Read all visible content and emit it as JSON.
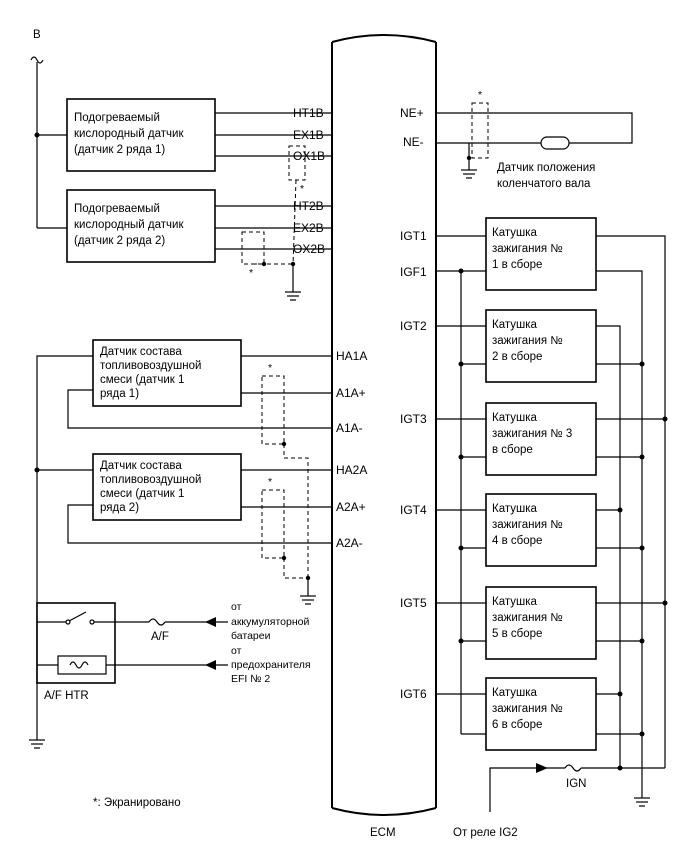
{
  "diagram": {
    "supply_label": "B",
    "shield_mark": "*",
    "sensors": {
      "ho2_b1": {
        "lines": [
          "Подогреваемый",
          "кислородный датчик",
          "(датчик 2 ряда 1)"
        ],
        "pins": [
          "HT1B",
          "EX1B",
          "OX1B"
        ]
      },
      "ho2_b2": {
        "lines": [
          "Подогреваемый",
          "кислородный датчик",
          "(датчик 2 ряда 2)"
        ],
        "pins": [
          "HT2B",
          "EX2B",
          "OX2B"
        ]
      },
      "af_b1": {
        "lines": [
          "Датчик состава",
          "топливовоздушной",
          "смеси (датчик 1",
          "ряда 1)"
        ],
        "pins": [
          "HA1A",
          "A1A+",
          "A1A-"
        ]
      },
      "af_b2": {
        "lines": [
          "Датчик состава",
          "топливовоздушной",
          "смеси (датчик 1",
          "ряда 2)"
        ],
        "pins": [
          "HA2A",
          "A2A+",
          "A2A-"
        ]
      }
    },
    "relay": {
      "label": "A/F HTR",
      "fuse_label": "A/F"
    },
    "sources": {
      "battery": [
        "от",
        "аккумуляторной",
        "батареи"
      ],
      "efi": [
        "от",
        "предохранителя",
        "EFI № 2"
      ]
    },
    "ecm": {
      "label": "ECM"
    },
    "crank": {
      "pins": [
        "NE+",
        "NE-"
      ],
      "label": [
        "Датчик положения",
        "коленчатого вала"
      ]
    },
    "ignition": {
      "igf_pin": "IGF1",
      "coils": [
        {
          "pin": "IGT1",
          "lines": [
            "Катушка",
            "зажигания №",
            "1 в сборе"
          ]
        },
        {
          "pin": "IGT2",
          "lines": [
            "Катушка",
            "зажигания №",
            "2 в сборе"
          ]
        },
        {
          "pin": "IGT3",
          "lines": [
            "Катушка",
            "зажигания № 3",
            "в сборе"
          ]
        },
        {
          "pin": "IGT4",
          "lines": [
            "Катушка",
            "зажигания №",
            "4 в сборе"
          ]
        },
        {
          "pin": "IGT5",
          "lines": [
            "Катушка",
            "зажигания №",
            "5 в сборе"
          ]
        },
        {
          "pin": "IGT6",
          "lines": [
            "Катушка",
            "зажигания №",
            "6 в сборе"
          ]
        }
      ],
      "fuse_label": "IGN",
      "relay_label": "От реле IG2"
    },
    "footnote": "*: Экранировано"
  }
}
